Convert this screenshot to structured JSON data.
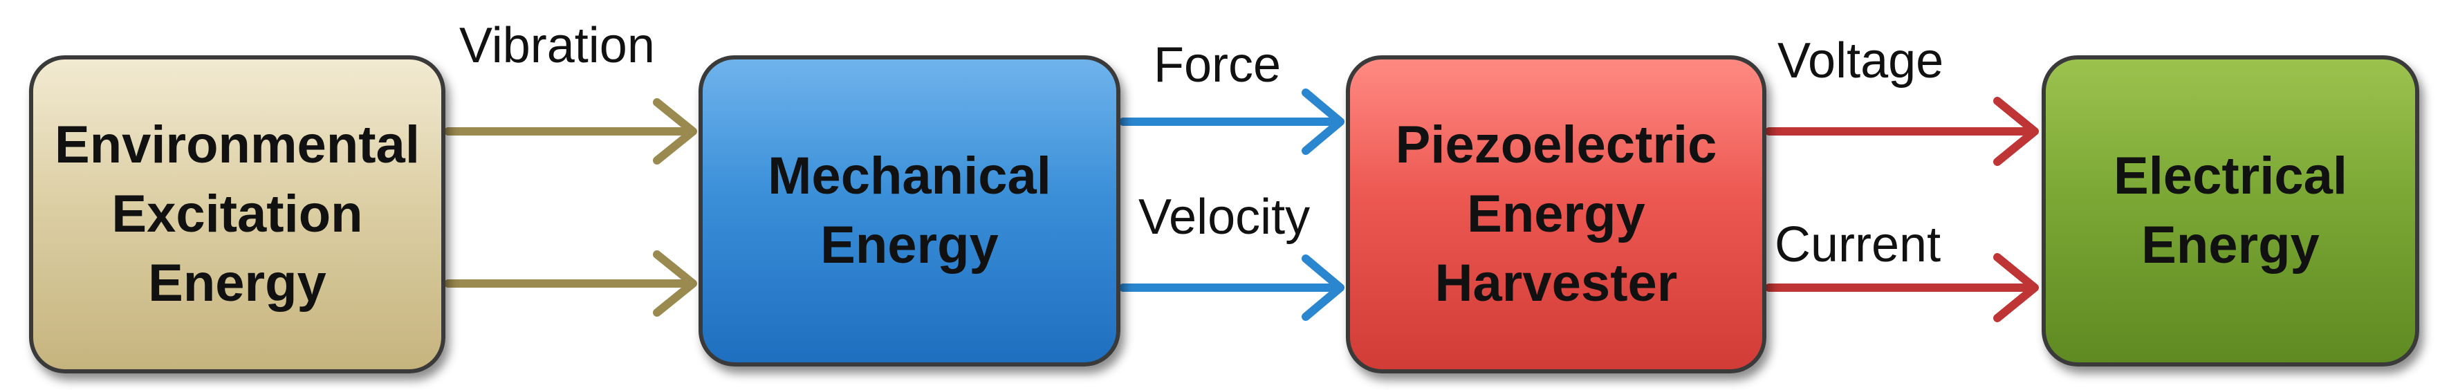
{
  "boxes": {
    "environmental": "Environmental\nExcitation\nEnergy",
    "mechanical": "Mechanical\nEnergy",
    "piezo": "Piezoelectric\nEnergy\nHarvester",
    "electrical": "Electrical\nEnergy"
  },
  "labels": {
    "vibration": "Vibration",
    "force": "Force",
    "velocity": "Velocity",
    "voltage": "Voltage",
    "current": "Current"
  },
  "colors": {
    "environmental": "#d8c99a",
    "mechanical": "#3a8fd8",
    "piezo": "#ec5751",
    "electrical": "#7ba835",
    "arrow_vibration": "#9b8a4f",
    "arrow_mechanical": "#2b86d0",
    "arrow_electrical": "#bf3434"
  }
}
